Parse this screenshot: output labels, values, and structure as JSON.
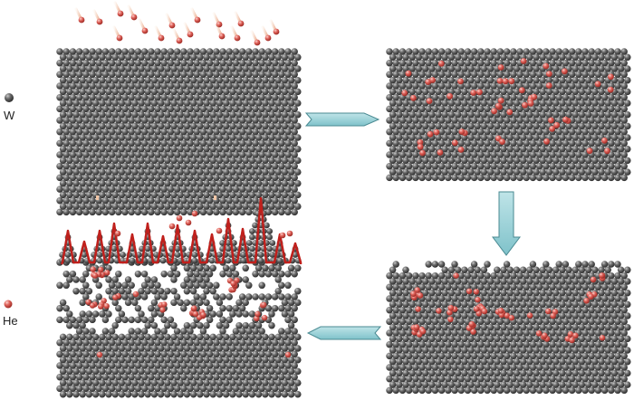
{
  "legend": {
    "w_label": "W",
    "he_label": "He"
  },
  "colors": {
    "w_atom": "#5a5a5a",
    "w_atom_highlight": "#b5b5b5",
    "he_atom": "#d9534f",
    "he_atom_highlight": "#f6b5b0",
    "arrow_fill": "#8ecdd4",
    "arrow_stroke": "#4a8a92",
    "fuzz_outline": "#c0201c"
  },
  "panels": [
    {
      "id": "incident",
      "stage": 1
    },
    {
      "id": "trapped",
      "stage": 2
    },
    {
      "id": "clustered",
      "stage": 3
    },
    {
      "id": "fuzz",
      "stage": 4
    }
  ],
  "arrows": [
    {
      "id": "arrow-right",
      "direction": "right"
    },
    {
      "id": "arrow-down",
      "direction": "down"
    },
    {
      "id": "arrow-left",
      "direction": "left"
    }
  ]
}
